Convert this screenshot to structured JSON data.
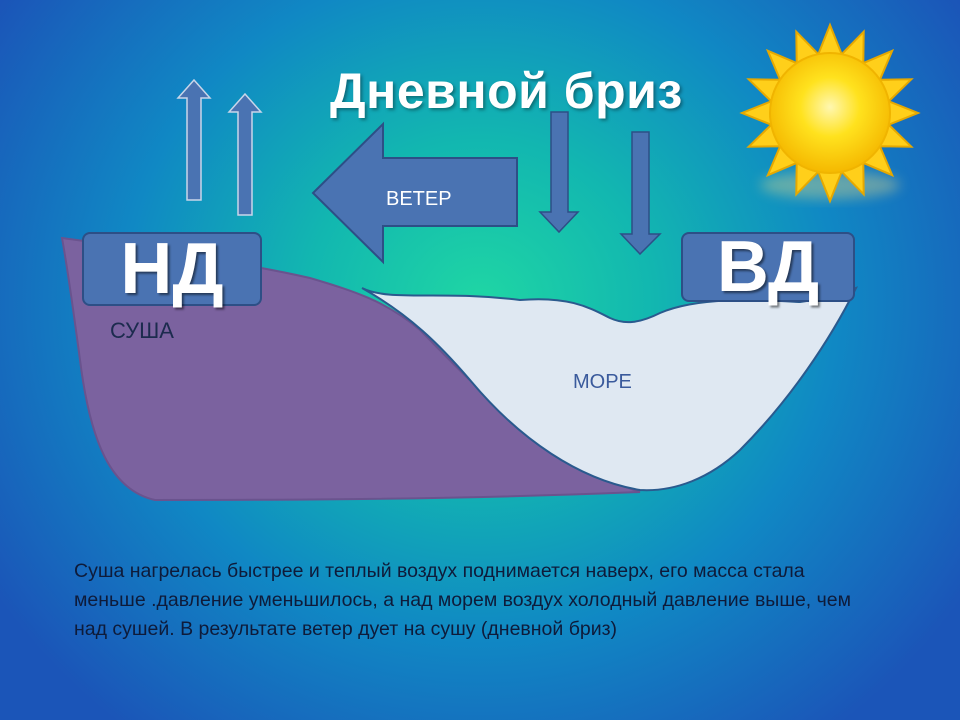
{
  "title": "Дневной бриз",
  "pressure_low": "НД",
  "pressure_high": "ВД",
  "land_label": "СУША",
  "sea_label": "МОРЕ",
  "wind_label": "ВЕТЕР",
  "description": "Суша нагрелась быстрее и теплый воздух поднимается наверх, его масса стала меньше .давление уменьшилось, а над морем воздух холодный давление выше, чем над сушей. В результате ветер дует на сушу (дневной бриз)",
  "colors": {
    "land": "#7b629f",
    "sea": "#dfe8f2",
    "box": "#4a73b2",
    "sun": "#ffd21f"
  },
  "icons": [
    "sun-icon",
    "arrow-up-icon",
    "arrow-down-icon",
    "arrow-left-icon"
  ]
}
